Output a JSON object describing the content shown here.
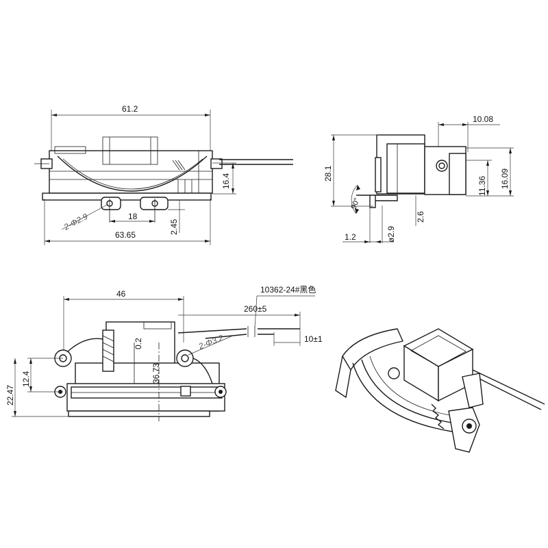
{
  "top_left_view": {
    "overall_width": "61.2",
    "height": "16.4",
    "holes": "2-Φ2.9",
    "hole_spacing": "18",
    "offset": "2.45",
    "base_width": "63.65"
  },
  "top_right_view": {
    "depth": "10.08",
    "total_height": "28.1",
    "inner_height": "11.36",
    "outer_height": "16.09",
    "angle": "90°",
    "hole_dia": "ø2.9",
    "offset": "2.6",
    "plate": "1.2"
  },
  "bottom_left_view": {
    "width": "46",
    "wire_spec": "10362-24#黑色",
    "wire_length": "260±5",
    "strip_length": "10±1",
    "gap": "0.2",
    "holes": "2-Φ3.2",
    "span": "36.73",
    "hole_offset": "12.4",
    "height": "22.47"
  },
  "colors": {
    "line": "#1a1a1a",
    "background": "#ffffff"
  }
}
